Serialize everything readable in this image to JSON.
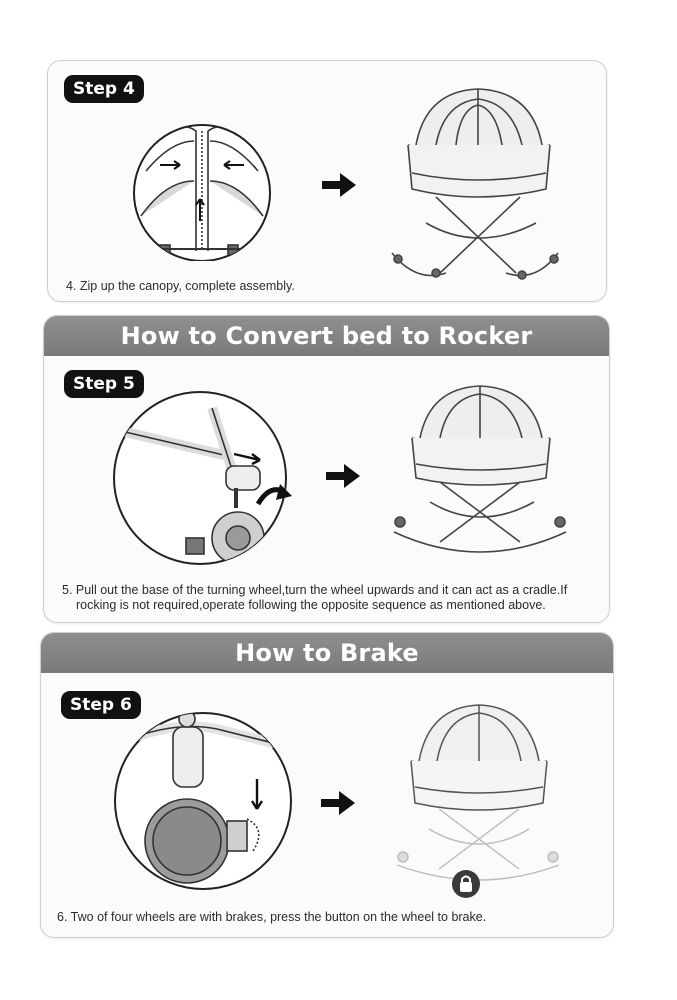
{
  "step4": {
    "badge": "Step 4",
    "caption": "4. Zip up the canopy, complete assembly."
  },
  "rocker": {
    "title": "How to Convert bed to Rocker",
    "badge": "Step 5",
    "caption_line1": "5. Pull out the base of the turning wheel,turn the wheel upwards and it can act as a cradle.If",
    "caption_line2": "rocking is not required,operate following the opposite sequence as mentioned above."
  },
  "brake": {
    "title": "How to Brake",
    "badge": "Step 6",
    "caption": "6. Two of four wheels are with brakes, press the button on the wheel to brake."
  },
  "icons": [
    "zipper-detail-icon",
    "right-arrow-icon",
    "bassinet-icon",
    "wheel-detail-icon",
    "brake-wheel-icon",
    "lock-icon"
  ],
  "colors": {
    "header": "#828282",
    "badge": "#111111",
    "card": "#fbfbfb"
  }
}
